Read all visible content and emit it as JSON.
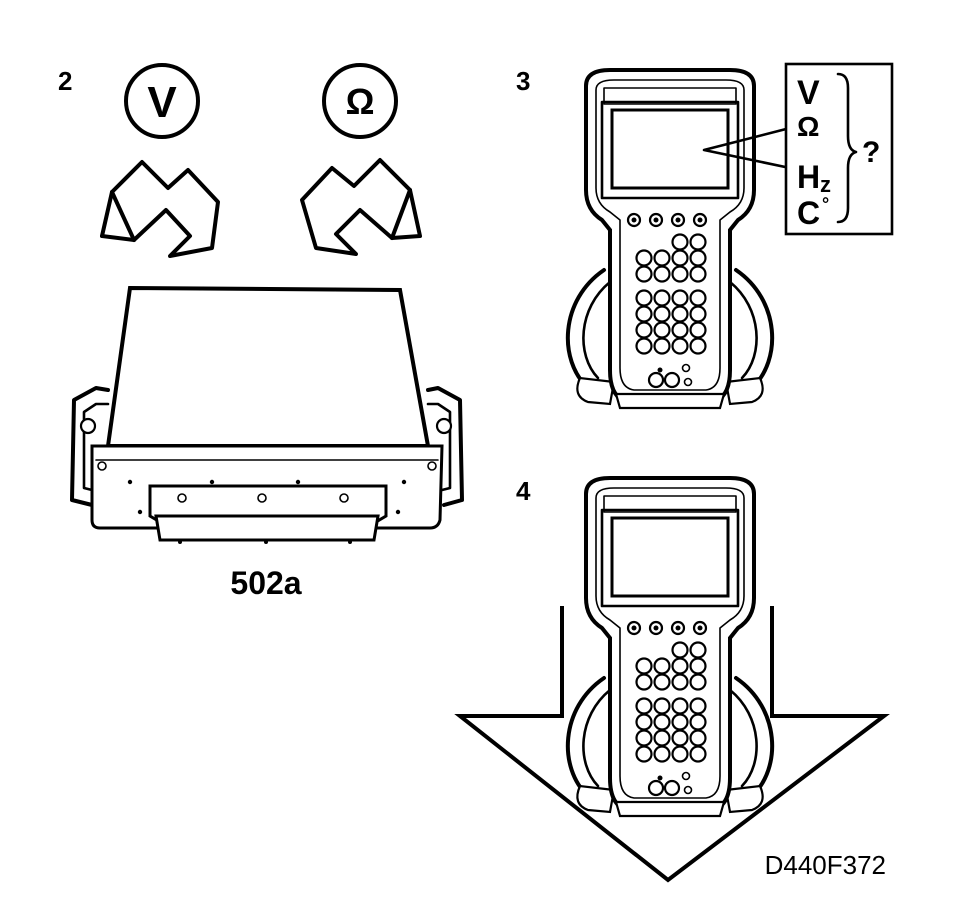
{
  "steps": {
    "step2": "2",
    "step3": "3",
    "step4": "4"
  },
  "circles": {
    "voltage_symbol": "V",
    "ohm_symbol": "Ω"
  },
  "unit": {
    "label": "502a"
  },
  "measurement_box": {
    "item_v": "V",
    "item_ohm": "Ω",
    "item_hz_h": "H",
    "item_hz_z": "z",
    "item_c": "C",
    "item_c_deg": "°",
    "question": "?"
  },
  "figure_id": "D440F372"
}
